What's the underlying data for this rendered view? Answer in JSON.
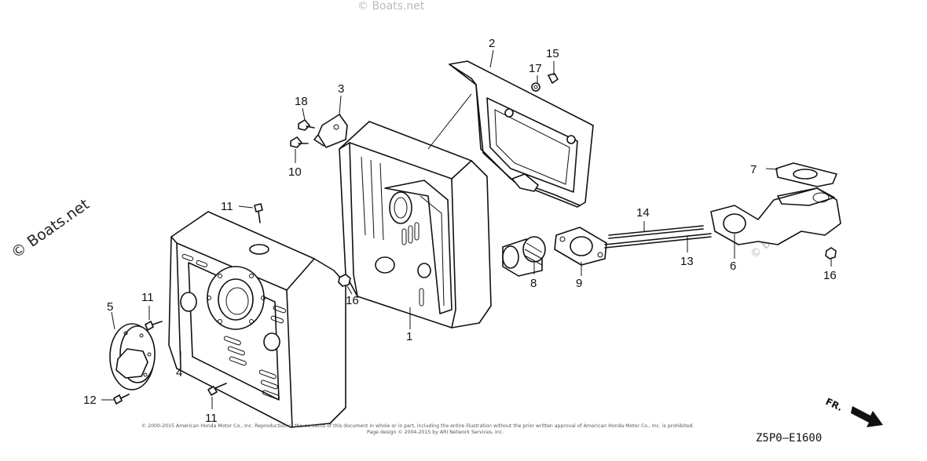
{
  "watermark": "© Boats.net",
  "watermark_faint": "© Boats.net",
  "diagram_code": "Z5P0–E1600",
  "direction_label": "FR.",
  "copyright_line_1": "© 2000-2015 American Honda Motor Co., Inc. Reproduction of the contents of this document in whole or in part, including the entire illustration without the prior written approval of American Honda Motor Co., Inc. is prohibited.",
  "copyright_line_2": "Page design © 2004-2015 by ARI Network Services, Inc.",
  "callouts": {
    "c1": "1",
    "c2": "2",
    "c3": "3",
    "c4": "4",
    "c5": "5",
    "c6": "6",
    "c7": "7",
    "c8": "8",
    "c9": "9",
    "c10": "10",
    "c11a": "11",
    "c11b": "11",
    "c11c": "11",
    "c12": "12",
    "c13": "13",
    "c14": "14",
    "c15": "15",
    "c16a": "16",
    "c16b": "16",
    "c17": "17",
    "c18": "18"
  },
  "icons": {
    "arrow": "fr-arrow-icon"
  }
}
